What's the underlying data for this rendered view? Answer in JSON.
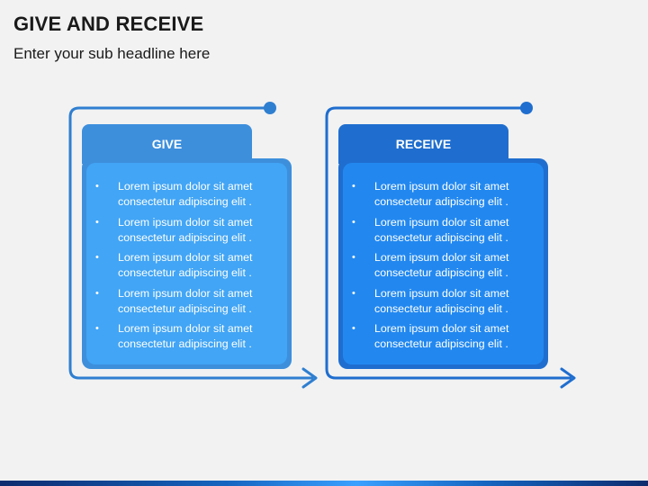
{
  "title": "GIVE AND RECEIVE",
  "subtitle": "Enter your sub headline here",
  "panels": [
    {
      "label": "GIVE",
      "colors": {
        "tab": "#3d8fdc",
        "outer": "#3d8fdc",
        "inner": "#42a5f5",
        "line": "#2f7fd0"
      },
      "items": [
        {
          "line1": "Lorem ipsum dolor sit amet",
          "line2": "consectetur adipiscing elit ."
        },
        {
          "line1": "Lorem ipsum dolor sit amet",
          "line2": "consectetur adipiscing elit ."
        },
        {
          "line1": "Lorem ipsum dolor sit amet",
          "line2": "consectetur adipiscing elit ."
        },
        {
          "line1": "Lorem ipsum dolor sit amet",
          "line2": "consectetur adipiscing elit ."
        },
        {
          "line1": "Lorem ipsum dolor sit amet",
          "line2": "consectetur adipiscing elit ."
        }
      ]
    },
    {
      "label": "RECEIVE",
      "colors": {
        "tab": "#1f6ecf",
        "outer": "#1f6ecf",
        "inner": "#2288f0",
        "line": "#1f6ecf"
      },
      "items": [
        {
          "line1": "Lorem ipsum dolor sit amet",
          "line2": "consectetur adipiscing elit ."
        },
        {
          "line1": "Lorem ipsum dolor sit amet",
          "line2": "consectetur adipiscing elit ."
        },
        {
          "line1": "Lorem ipsum dolor sit amet",
          "line2": "consectetur adipiscing elit ."
        },
        {
          "line1": "Lorem ipsum dolor sit amet",
          "line2": "consectetur adipiscing elit ."
        },
        {
          "line1": "Lorem ipsum dolor sit amet",
          "line2": "consectetur adipiscing elit ."
        }
      ]
    }
  ],
  "bullet_char": "•"
}
